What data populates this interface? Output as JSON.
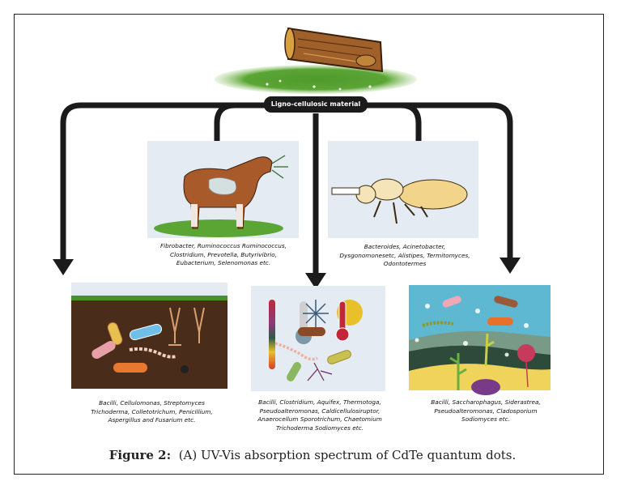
{
  "root": {
    "label": "Ligno-cellulosic material",
    "icon": "wooden-log-on-grass"
  },
  "panels": [
    {
      "id": "ruminants",
      "icon": "goat-icon",
      "caption_lines": [
        "Fibrobacter, Ruminococcus Ruminococcus,",
        "Clostridium, Prevotella, Butyrivibrio,",
        "Eubacterium, Selenomonas etc."
      ]
    },
    {
      "id": "termites",
      "icon": "termite-icon",
      "caption_lines": [
        "Bacteroides, Acinetobacter,",
        "Dysgonomonesetc, Alistipes, Termitomyces,",
        "Odontotermes"
      ]
    },
    {
      "id": "soil",
      "icon": "soil-microbes-icon",
      "caption_lines": [
        "Bacilli, Cellulomonas, Streptomyces",
        "Trichoderma, Colletotrichum, Penicillium,",
        "Aspergillus and Fusarium etc."
      ]
    },
    {
      "id": "extremophiles",
      "icon": "thermometer-sun-snowflake-icon",
      "caption_lines": [
        "Bacilli, Clostridium, Aquifex, Thermotoga,",
        "Pseudoalteromonas, Caldicellulosiruptor,",
        "Anaerocellum Sporotrichum, Chaetomium",
        "Trichoderma Sodiomyces etc."
      ]
    },
    {
      "id": "marine",
      "icon": "marine-seabed-icon",
      "caption_lines": [
        "Bacilli, Saccharophagus, Siderastrea,",
        "Pseudoalteromonas, Cladosporium",
        "Sodiomyces etc."
      ]
    }
  ],
  "figure_caption": {
    "label": "Figure 2:",
    "text": "(A) UV-Vis absorption spectrum of CdTe quantum dots."
  },
  "colors": {
    "arrow": "#1b1b1b",
    "panel_bg": "#e4ebf3",
    "soil": "#4a2c1a",
    "grass": "#4e8f2a",
    "log": "#a0602a",
    "sea": "#5fb8d2",
    "sand": "#efd35a"
  }
}
